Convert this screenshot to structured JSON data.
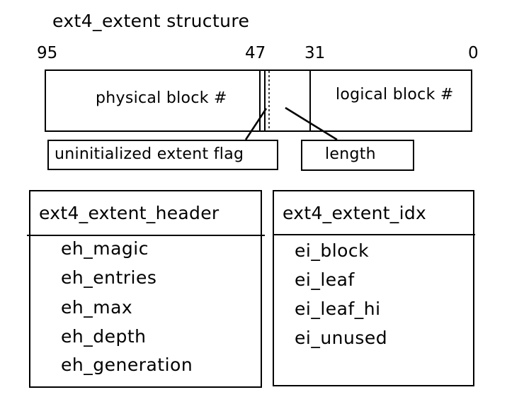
{
  "title": "ext4_extent structure",
  "bit_positions": [
    "95",
    "47",
    "31",
    "0"
  ],
  "struct_bar": {
    "physical_label": "physical block #",
    "logical_label": "logical block #"
  },
  "flag_label": "uninitialized extent flag",
  "length_label": "length",
  "extent_header": {
    "title": "ext4_extent_header",
    "fields": [
      "eh_magic",
      "eh_entries",
      "eh_max",
      "eh_depth",
      "eh_generation"
    ]
  },
  "extent_idx": {
    "title": "ext4_extent_idx",
    "fields": [
      "ei_block",
      "ei_leaf",
      "ei_leaf_hi",
      "ei_unused"
    ]
  }
}
